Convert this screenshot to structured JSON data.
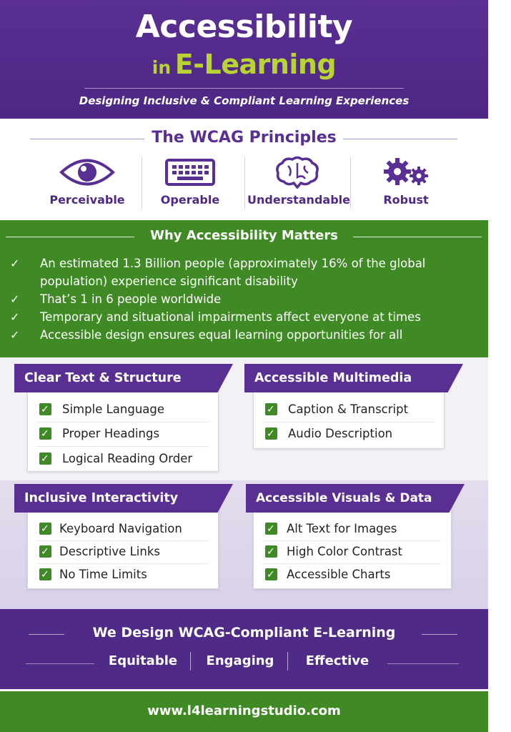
{
  "header": {
    "title": "Accessibility",
    "subtitle_prefix": "in",
    "subtitle_main": "E-Learning",
    "tagline": "Designing Inclusive & Compliant Learning Experiences"
  },
  "wcag": {
    "title": "The WCAG Principles",
    "principles": [
      {
        "label": "Perceivable",
        "icon": "eye-icon"
      },
      {
        "label": "Operable",
        "icon": "keyboard-icon"
      },
      {
        "label": "Understandable",
        "icon": "brain-icon"
      },
      {
        "label": "Robust",
        "icon": "gears-icon"
      }
    ]
  },
  "why": {
    "title": "Why Accessibility Matters",
    "check": "✓",
    "points": [
      "An estimated 1.3 Billion people (approximately 16% of the global population) experience significant disability",
      "That’s 1 in 6 people worldwide",
      "Temporary and situational impairments affect everyone at times",
      "Accessible design ensures equal learning opportunities for all"
    ]
  },
  "cards": [
    {
      "title": "Clear Text & Structure",
      "items": [
        "Simple Language",
        "Proper Headings",
        "Logical Reading Order"
      ]
    },
    {
      "title": "Accessible Multimedia",
      "items": [
        "Caption & Transcript",
        "Audio Description"
      ]
    },
    {
      "title": "Inclusive Interactivity",
      "items": [
        "Keyboard Navigation",
        "Descriptive Links",
        "No Time Limits"
      ]
    },
    {
      "title": "Accessible Visuals & Data",
      "items": [
        "Alt Text for Images",
        "High Color Contrast",
        "Accessible Charts"
      ]
    }
  ],
  "commitment": {
    "title": "We Design WCAG-Compliant E-Learning",
    "qualities": [
      "Equitable",
      "Engaging",
      "Effective"
    ]
  },
  "footer": {
    "url": "www.l4learningstudio.com"
  },
  "colors": {
    "purple": "#5a2f93",
    "lime": "#b7d431",
    "green": "#3f8a24"
  }
}
